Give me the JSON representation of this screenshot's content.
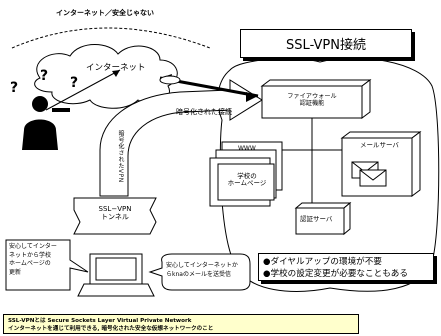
{
  "title": "SSL-VPN接続",
  "top_label": "インターネット／安全じゃない",
  "internet_label": "インターネット",
  "encrypted_label": "暗号化された接続",
  "firewall_label": "ファイアウォール\n認証機能",
  "www_label": "WWW",
  "school_home_label": "学校の\nホームページ",
  "mail_server_label": "メールサーバ",
  "auth_server_label": "認証サーバ",
  "vpn_tunnel_label": "SSL−VPN\nトンネル",
  "tunnel_vertical_label": "暗号化されたVPN",
  "callout_left": "安心してインター\nネットから学校\nホームページの\n更新",
  "callout_right": "安心してインターネットか\nらknaのメールを送受信",
  "bullets": [
    "●ダイヤルアップの環境が不要",
    "●学校の設定変更が必要なこともある"
  ],
  "footer_line1": "SSL-VPNとは Secure Sockets Layer Virtual Private Network",
  "footer_line2": "インターネットを通じて利用できる, 暗号化された安全な仮想ネットワークのこと",
  "question_marks": [
    "?",
    "?",
    "?"
  ]
}
